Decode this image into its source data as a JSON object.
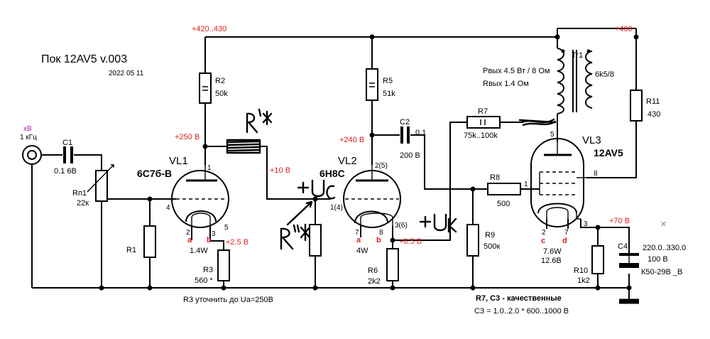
{
  "header": {
    "title": "Пок 12AV5   v.003",
    "date": "2022 05 11"
  },
  "input": {
    "label_top": "хВ",
    "label_freq": "1 кГц"
  },
  "supply": {
    "rail_left": "+420..430",
    "rail_right": "+400"
  },
  "components": {
    "c1": {
      "name": "C1",
      "value": "0.1 6В"
    },
    "rp1": {
      "name": "Rп1",
      "value": "22к"
    },
    "r1": {
      "name": "R1"
    },
    "r2": {
      "name": "R2",
      "value": "50k"
    },
    "r3": {
      "name": "R3",
      "value": "560 *"
    },
    "r5": {
      "name": "R5",
      "value": "51k"
    },
    "r6": {
      "name": "R6",
      "value": "2k2"
    },
    "r7": {
      "name": "R7",
      "value": "75k..100k"
    },
    "r8": {
      "name": "R8",
      "value": "500"
    },
    "r9": {
      "name": "R9",
      "value": "500к"
    },
    "r10": {
      "name": "R10",
      "value": "1k2"
    },
    "r11": {
      "name": "R11",
      "value": "430"
    },
    "c2": {
      "name": "C2",
      "value_a": "0.1",
      "value_b": "200 В"
    },
    "c4": {
      "name": "C4",
      "value_a": "220.0..330.0",
      "value_b": "100 В",
      "value_c": "К50-29В _В"
    },
    "tr1": {
      "name": "Tr1",
      "value": "6k5/8"
    }
  },
  "tubes": {
    "vl1": {
      "name": "VL1",
      "type": "6С7б-В",
      "power": "1.4W",
      "pin_anode": "1",
      "pin_grid": "4",
      "pin_cath": "3",
      "pin_a": "2",
      "pin_b": "5",
      "heater_a": "a",
      "heater_b": "b"
    },
    "vl2": {
      "name": "VL2",
      "type": "6Н8С",
      "power": "4W",
      "pin_anode": "2(5)",
      "pin_grid": "1(4)",
      "pin_cath": "3(6)",
      "pin_a": "7",
      "pin_b": "8",
      "heater_a": "a",
      "heater_b": "b"
    },
    "vl3": {
      "name": "VL3",
      "type": "12AV5",
      "power_a": "7.6W",
      "power_b": "12.6В",
      "pin_anode": "5",
      "pin_grid": "1",
      "pin_screen": "8",
      "pin_cath": "3",
      "pin_c": "2",
      "pin_d": "7",
      "heater_c": "c",
      "heater_d": "d"
    }
  },
  "voltages": {
    "v250": "+250 В",
    "v10": "+10 В",
    "v25": "+2.5 В",
    "v240": "+240 В",
    "v85": "+8.5 В",
    "v70": "+70 В"
  },
  "transformer_notes": {
    "pout": "Рвых 4.5 Вт / 8 Ом",
    "rout": "Rвых 1.4 Ом"
  },
  "handwritten": {
    "r_prime": "R'*",
    "r_dprime": "R''*",
    "uc": "+Uc",
    "uk": "+Uк"
  },
  "notes": {
    "r3_note": "R3 уточнить до Ua=250В",
    "quality_note": "R7, C3 - качественные",
    "c3_note": "C3 = 1.0..2.0 * 600..1000 В"
  },
  "extra": {
    "close_mark": "×"
  },
  "colors": {
    "wire": "#000000",
    "voltage_label": "#e0201e",
    "input_label": "#a020a0"
  }
}
